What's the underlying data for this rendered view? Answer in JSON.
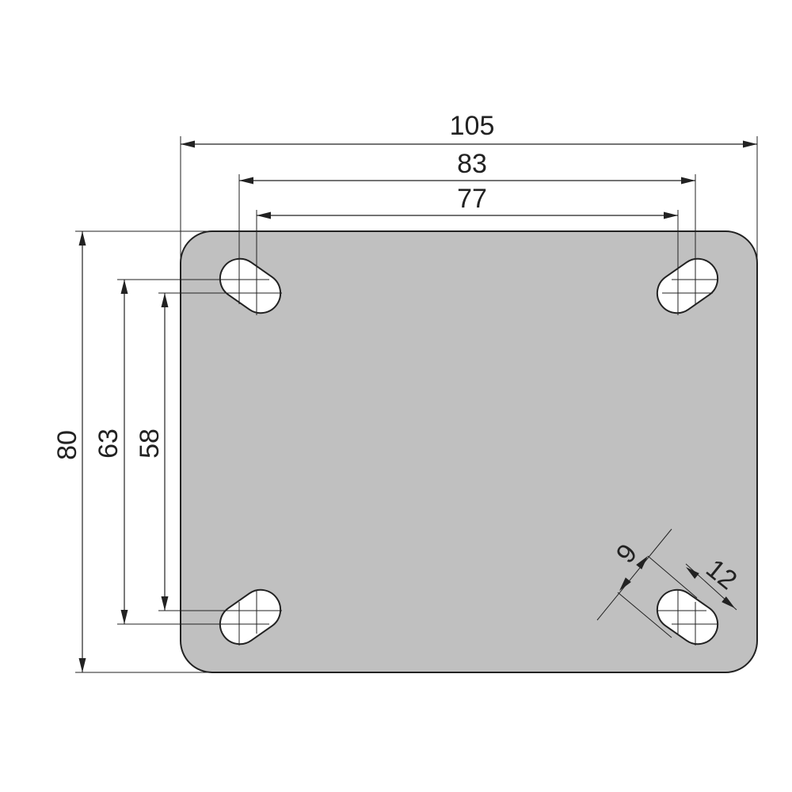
{
  "drawing": {
    "colors": {
      "plate": "#c0c0c0",
      "line": "#222222",
      "background": "#ffffff",
      "slot": "#ffffff"
    },
    "dimensions": {
      "overall_width": "105",
      "hole_span_outer": "83",
      "hole_span_inner": "77",
      "overall_height": "80",
      "hole_height_outer": "63",
      "hole_height_inner": "58",
      "slot_width": "9",
      "slot_length": "12"
    }
  }
}
